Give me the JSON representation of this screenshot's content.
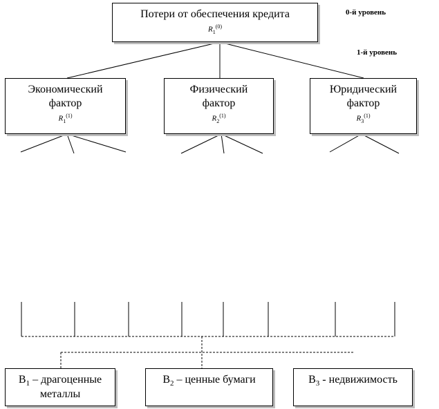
{
  "root": {
    "title": "Потери от обеспечения кредита",
    "symbol": "R",
    "symbol_sub": "1",
    "symbol_sup": "(0)"
  },
  "levels": {
    "level0": "0-й уровень",
    "level1": "1-й уровень"
  },
  "factors": [
    {
      "line1": "Экономический",
      "line2": "фактор",
      "symbol": "R",
      "symbol_sub": "1",
      "symbol_sup": "(1)"
    },
    {
      "line1": "Физический",
      "line2": "фактор",
      "symbol": "R",
      "symbol_sub": "2",
      "symbol_sup": "(1)"
    },
    {
      "line1": "Юридический",
      "line2": "фактор",
      "symbol": "R",
      "symbol_sub": "3",
      "symbol_sup": "(1)"
    }
  ],
  "alternatives": [
    {
      "letter": "B",
      "index": "1",
      "text": " – драгоценные",
      "text2": "металлы"
    },
    {
      "letter": "B",
      "index": "2",
      "text": " – ценные бумаги",
      "text2": ""
    },
    {
      "letter": "B",
      "index": "3",
      "text": " - недвижимость",
      "text2": ""
    }
  ]
}
